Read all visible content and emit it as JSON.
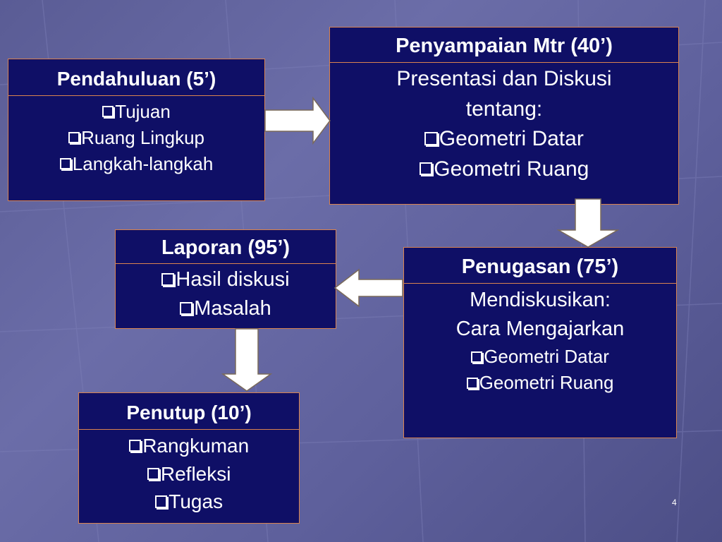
{
  "boxes": {
    "pendahuluan": {
      "title": "Pendahuluan (5’)",
      "items": [
        "Tujuan",
        "Ruang Lingkup",
        "Langkah-langkah"
      ]
    },
    "penyampaian": {
      "title": "Penyampaian Mtr (40’)",
      "lines": [
        "Presentasi dan Diskusi",
        "tentang:"
      ],
      "items": [
        "Geometri Datar",
        "Geometri Ruang"
      ]
    },
    "penugasan": {
      "title": "Penugasan (75’)",
      "lines": [
        "Mendiskusikan:",
        "Cara Mengajarkan"
      ],
      "items": [
        "Geometri Datar",
        "Geometri Ruang"
      ]
    },
    "laporan": {
      "title": "Laporan (95’)",
      "items": [
        "Hasil diskusi",
        "Masalah"
      ]
    },
    "penutup": {
      "title": "Penutup (10’)",
      "items": [
        "Rangkuman",
        "Refleksi",
        "Tugas"
      ]
    }
  },
  "page_number": "4",
  "colors": {
    "box_fill": "#0f0f66",
    "box_border": "#d9834f",
    "text": "#ffffff",
    "arrow_fill": "#ffffff",
    "background": "#5e609c"
  },
  "icons": {
    "bullet": "checkbox-bullet-icon",
    "arrow": "block-arrow-icon"
  }
}
